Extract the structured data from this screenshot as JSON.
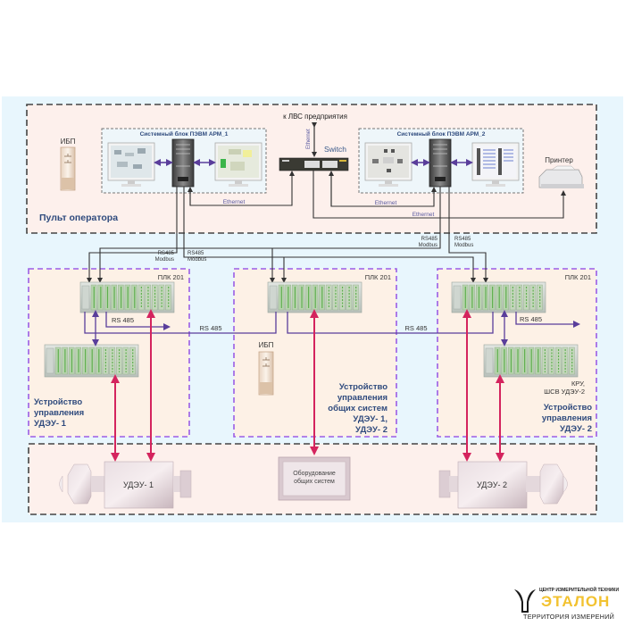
{
  "colors": {
    "background": "#e8f6fd",
    "zone_fill": "#fdf0ec",
    "zone_border": "#444444",
    "device_zone_fill": "#fdf1e6",
    "device_zone_border": "#9b5de5",
    "purple_line": "#5a3e9b",
    "red_line": "#d4245e",
    "dark_line": "#333333",
    "label_blue": "#2e4a7d",
    "ethernet_label": "#5a5aa0"
  },
  "operator_panel": {
    "title": "Пульт оператора",
    "ups_label": "ИБП",
    "lan_label": "к ЛВС предприятия",
    "switch_label": "Switch",
    "ethernet_vertical": "Ethernet",
    "arm1": {
      "title": "Системный блок ПЭВМ АРМ_1"
    },
    "arm2": {
      "title": "Системный блок ПЭВМ АРМ_2"
    },
    "printer_label": "Принтер",
    "ethernet_arm1": "Ethernet",
    "ethernet_arm2": "Ethernet",
    "ethernet_printer": "Ethernet"
  },
  "bus_labels": {
    "rs485_modbus_1a": [
      "RS485",
      "Modbus"
    ],
    "rs485_modbus_1b": [
      "RS485",
      "Modbus"
    ],
    "rs485_modbus_2a": [
      "RS485",
      "Modbus"
    ],
    "rs485_modbus_2b": [
      "RS485",
      "Modbus"
    ]
  },
  "device_zones": [
    {
      "plc_label": "ПЛК 201",
      "rs485_local": "RS 485",
      "rs485_link": "RS 485",
      "title": [
        "Устройство",
        "управления",
        "УДЭУ- 1"
      ]
    },
    {
      "plc_label": "ПЛК 201",
      "ups_label": "ИБП",
      "title": [
        "Устройство",
        "управления",
        "общих систем",
        "УДЭУ- 1,",
        "УДЭУ- 2"
      ]
    },
    {
      "plc_label": "ПЛК 201",
      "rs485_local": "RS 485",
      "rs485_link": "RS 485",
      "cabinet_label": [
        "КРУ,",
        "ШСВ УДЭУ-2"
      ],
      "title": [
        "Устройство",
        "управления",
        "УДЭУ- 2"
      ]
    }
  ],
  "equipment": {
    "unit1": "УДЭУ- 1",
    "common": [
      "Оборудование",
      "общих систем"
    ],
    "unit2": "УДЭУ- 2"
  },
  "logo": {
    "top_line": "ЦЕНТР ИЗМЕРИТЕЛЬНОЙ ТЕХНИКИ",
    "brand": "ЭТАЛОН",
    "tagline": "ТЕРРИТОРИЯ ИЗМЕРЕНИЙ"
  }
}
